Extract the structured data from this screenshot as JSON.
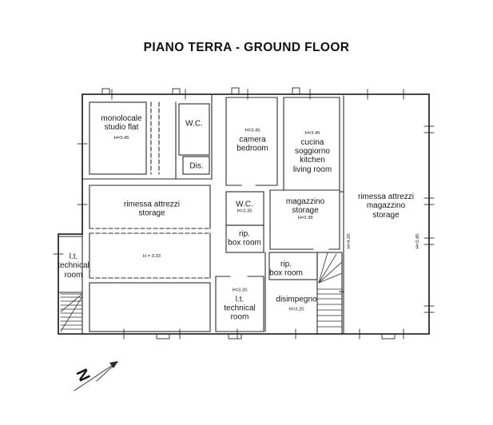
{
  "title": "PIANO TERRA - GROUND FLOOR",
  "colors": {
    "ink": "#2b2b2b",
    "background": "#ffffff"
  },
  "north": {
    "label": "N"
  },
  "rooms": {
    "monolocale": {
      "name_it": "monolocale",
      "name_en": "studio flat",
      "height": "H=3.45"
    },
    "wc_top": {
      "name": "W.C."
    },
    "dis": {
      "name": "Dis."
    },
    "camera": {
      "height": "H=3.45",
      "name_it": "camera",
      "name_en": "bedroom"
    },
    "cucina": {
      "height": "H=3.45",
      "name_it1": "cucina",
      "name_it2": "soggiorno",
      "name_en1": "kitchen",
      "name_en2": "living room"
    },
    "rimessa_left": {
      "name_it": "rimessa attrezzi",
      "name_en": "storage"
    },
    "wc_mid": {
      "name": "W.C.",
      "height": "H=3.35"
    },
    "rip_mid": {
      "name_it": "rip.",
      "name_en": "box room"
    },
    "magazzino": {
      "name_it": "magazzino",
      "name_en": "storage",
      "height": "H=3.38"
    },
    "rimessa_right": {
      "name_it1": "rimessa attrezzi",
      "name_it2": "magazzino",
      "name_en": "storage",
      "height_left": "H=4.20",
      "height_right": "H=2.90"
    },
    "lt_left": {
      "name_it": "l.t.",
      "name_en1": "technical",
      "name_en2": "room"
    },
    "hall_center": {
      "height": "H = 3.33"
    },
    "lt_mid": {
      "height": "H=3.20",
      "name_it": "l.t.",
      "name_en1": "technical",
      "name_en2": "room"
    },
    "disimpegno": {
      "name": "disimpegno",
      "height": "H=3.20"
    },
    "rip_low": {
      "name_it": "rip.",
      "name_en": "box room"
    }
  }
}
